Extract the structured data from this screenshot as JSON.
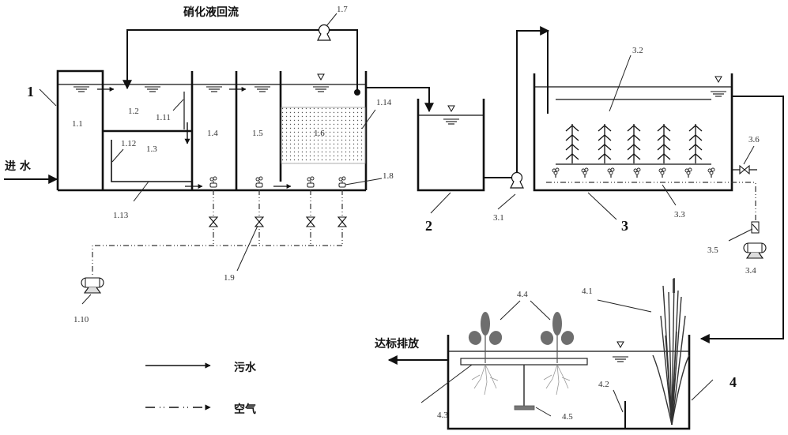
{
  "title": "硝化液回流",
  "inlet_label": "进 水",
  "outlet_label": "达标排放",
  "units": [
    {
      "id": "1",
      "label": "1"
    },
    {
      "id": "2",
      "label": "2"
    },
    {
      "id": "3",
      "label": "3"
    },
    {
      "id": "4",
      "label": "4"
    }
  ],
  "parts": {
    "p1_1": "1.1",
    "p1_2": "1.2",
    "p1_3": "1.3",
    "p1_4": "1.4",
    "p1_5": "1.5",
    "p1_6": "1.6",
    "p1_7": "1.7",
    "p1_8": "1.8",
    "p1_9": "1.9",
    "p1_10": "1.10",
    "p1_11": "1.11",
    "p1_12": "1.12",
    "p1_13": "1.13",
    "p1_14": "1.14",
    "p3_1": "3.1",
    "p3_2": "3.2",
    "p3_3": "3.3",
    "p3_4": "3.4",
    "p3_5": "3.5",
    "p3_6": "3.6",
    "p4_1": "4.1",
    "p4_2": "4.2",
    "p4_3": "4.3",
    "p4_4": "4.4",
    "p4_5": "4.5"
  },
  "legend": [
    {
      "style": "solid-arrow",
      "label": "污水"
    },
    {
      "style": "dash-dot-arrow",
      "label": "空气"
    }
  ]
}
